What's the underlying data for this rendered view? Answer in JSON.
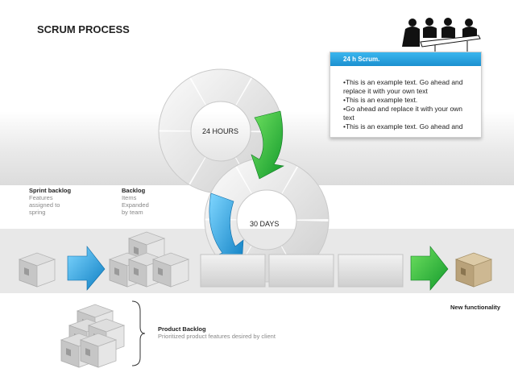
{
  "title": "SCRUM PROCESS",
  "info_box": {
    "header": "24 h Scrum.",
    "lines": [
      "•This is an example text. Go ahead and replace it with your own text",
      "•This is an example text.",
      "•Go ahead and replace it with your own text",
      "•This is an example text. Go ahead and"
    ]
  },
  "cycles": {
    "daily": "24 HOURS",
    "sprint": "30 DAYS"
  },
  "sprint_backlog": {
    "title": "Sprint  backlog",
    "lines": [
      "Features",
      "assigned to",
      "spring"
    ]
  },
  "backlog": {
    "title": "Backlog",
    "lines": [
      "Items",
      "Expanded",
      "by team"
    ]
  },
  "product_backlog": {
    "title": "Product Backlog",
    "text": "Prioritized product features desired by client"
  },
  "output": {
    "label": "New functionality"
  },
  "colors": {
    "blue_accent": "#1b90d0",
    "green_arrow": "#22b14c",
    "cube_gray": "#c9c9c9",
    "cube_tan": "#c8b28c"
  },
  "icons": [
    "business-meeting-icon",
    "cube-icon",
    "arrow-right-icon",
    "bracket-icon"
  ]
}
